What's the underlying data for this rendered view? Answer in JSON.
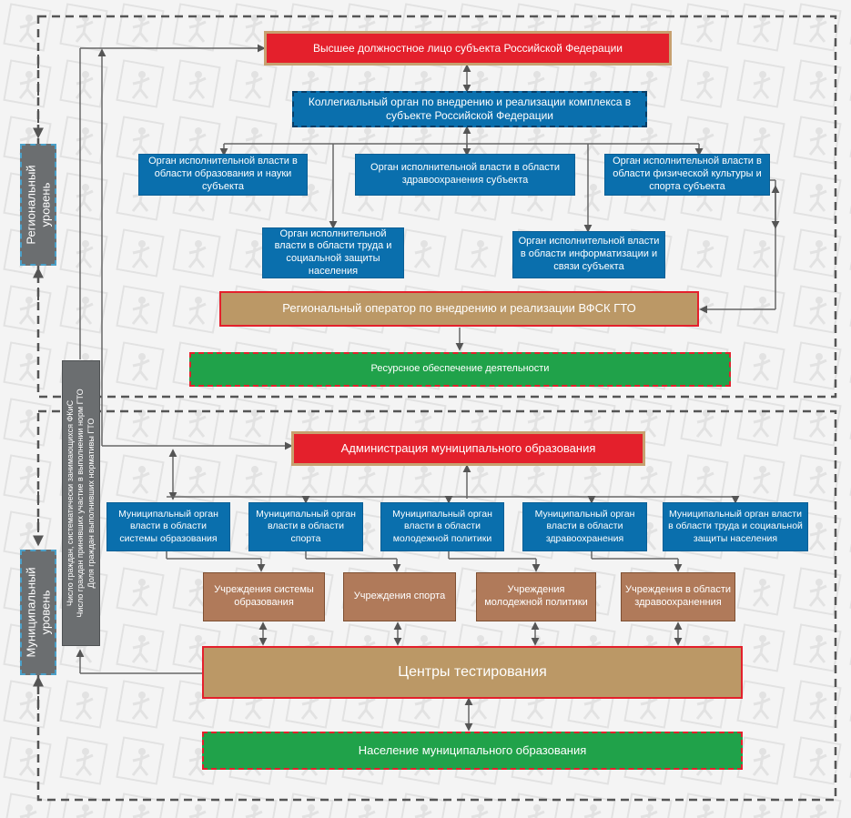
{
  "levels": {
    "regional": "Региональный уровень",
    "municipal": "Муниципальный уровень"
  },
  "metrics_lines": [
    "Число граждан, систематически занимающихся ФКиС",
    "Число граждан принявших участие в выполнении норм ГТО",
    "Доля граждан выполнивших нормативы ГТО"
  ],
  "regional": {
    "top_official": "Высшее должностное лицо субъекта Российской Федерации",
    "collegial_body": "Коллегиальный орган по внедрению и реализации комплекса в субъекте Российской Федерации",
    "education": "Орган исполнительной власти в области образования и науки субъекта",
    "health": "Орган исполнительной власти в области здравоохранения субъекта",
    "sport": "Орган исполнительной власти в области физической культуры и спорта субъекта",
    "labor": "Орган исполнительной власти в области труда и социальной защиты населения",
    "informatization": "Орган исполнительной власти в области информатизации и связи субъекта",
    "operator": "Региональный оператор по внедрению и реализации ВФСК ГТО",
    "resources": "Ресурсное обеспечение деятельности"
  },
  "municipal": {
    "administration": "Администрация муниципального образования",
    "education_body": "Муниципальный орган власти в области системы образования",
    "sport_body": "Муниципальный орган власти в области спорта",
    "youth_body": "Муниципальный орган власти в области молодежной политики",
    "health_body": "Муниципальный орган власти в области здравоохранения",
    "labor_body": "Муниципальный орган власти в области труда и социальной защиты населения",
    "edu_institutions": "Учреждения системы образования",
    "sport_institutions": "Учреждения спорта",
    "youth_institutions": "Учреждения молодежной политики",
    "health_institutions": "Учреждения в области здравоохраненния",
    "testing_centers": "Центры тестирования",
    "population": "Население муниципального образования"
  },
  "colors": {
    "red": "#e4202c",
    "blue": "#0a6fad",
    "tan": "#bb9866",
    "brown": "#b07a5a",
    "green": "#20a24a",
    "grey": "#6b6e70"
  }
}
